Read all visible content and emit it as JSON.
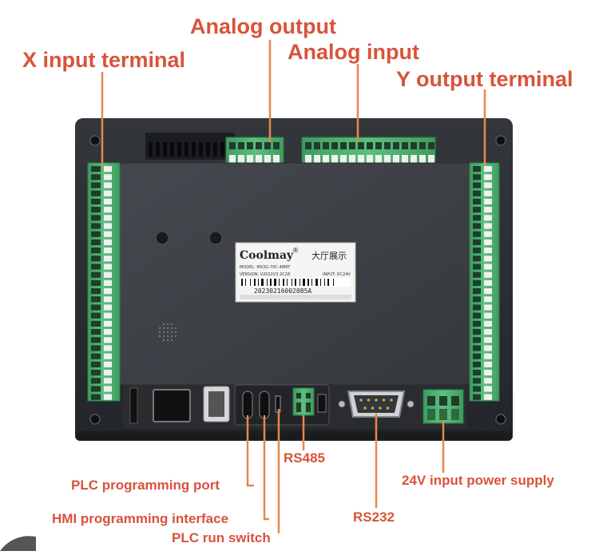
{
  "labels": {
    "x_input": "X input terminal",
    "analog_output": "Analog output",
    "analog_input": "Analog input",
    "y_output": "Y output terminal",
    "rs485": "RS485",
    "plc_port": "PLC programming port",
    "hmi_interface": "HMI programming interface",
    "plc_switch": "PLC run switch",
    "rs232": "RS232",
    "power_supply": "24V input power supply"
  },
  "nameplate": {
    "brand": "Coolmay",
    "trademark": "®",
    "chinese": "大厅展示",
    "model": "MODEL: MX3G-70C-48MT",
    "version": "VERSION: V2022V3  2C28",
    "input": "INPUT: DC24V",
    "serial": "20230216002085A"
  },
  "colors": {
    "label": "#d9533a",
    "leader": "#e8874a",
    "case": "#2b2e33",
    "panel": "#3b3e44",
    "terminal": "#4caf6e"
  }
}
